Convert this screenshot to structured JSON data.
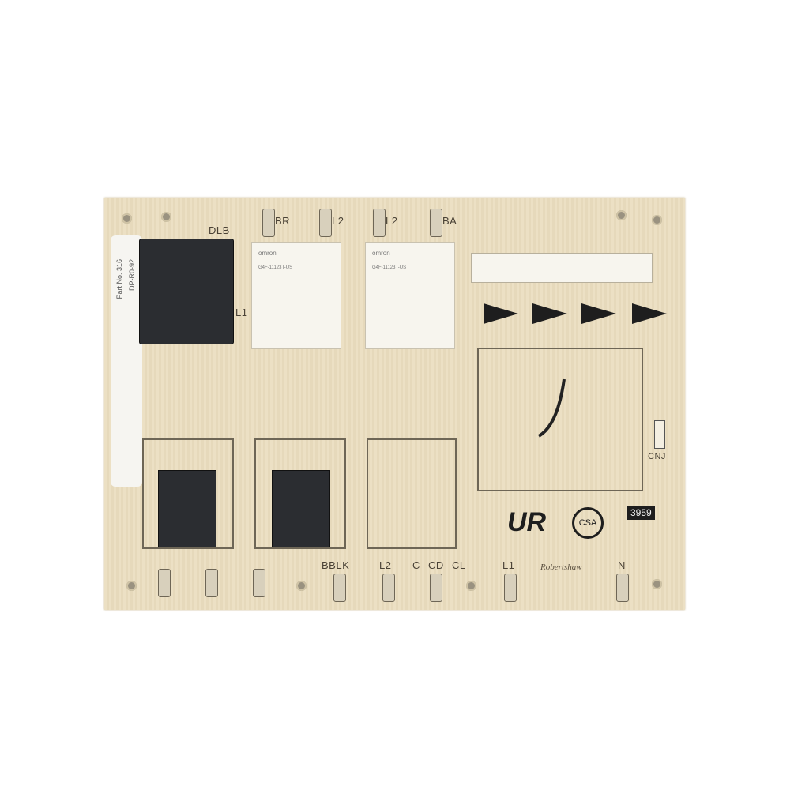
{
  "board": {
    "labels": {
      "dlb": "DLB",
      "l1_top": "L1",
      "br": "BR",
      "l2_a": "L2",
      "l2_b": "L2",
      "ba": "BA",
      "cnj": "CNJ",
      "bblk": "BBLK",
      "l2_bottom": "L2",
      "c": "C",
      "cd": "CD",
      "cl": "CL",
      "l1_bottom": "L1",
      "n": "N",
      "code": "3959"
    },
    "sticker_lines": [
      "Part No. 316",
      "DP-R0-92"
    ],
    "relay_brand": "omron",
    "relay_model": "G4F-11123T-US",
    "maker": "Robertshaw",
    "cert_marks": [
      "UR",
      "CSA"
    ]
  }
}
